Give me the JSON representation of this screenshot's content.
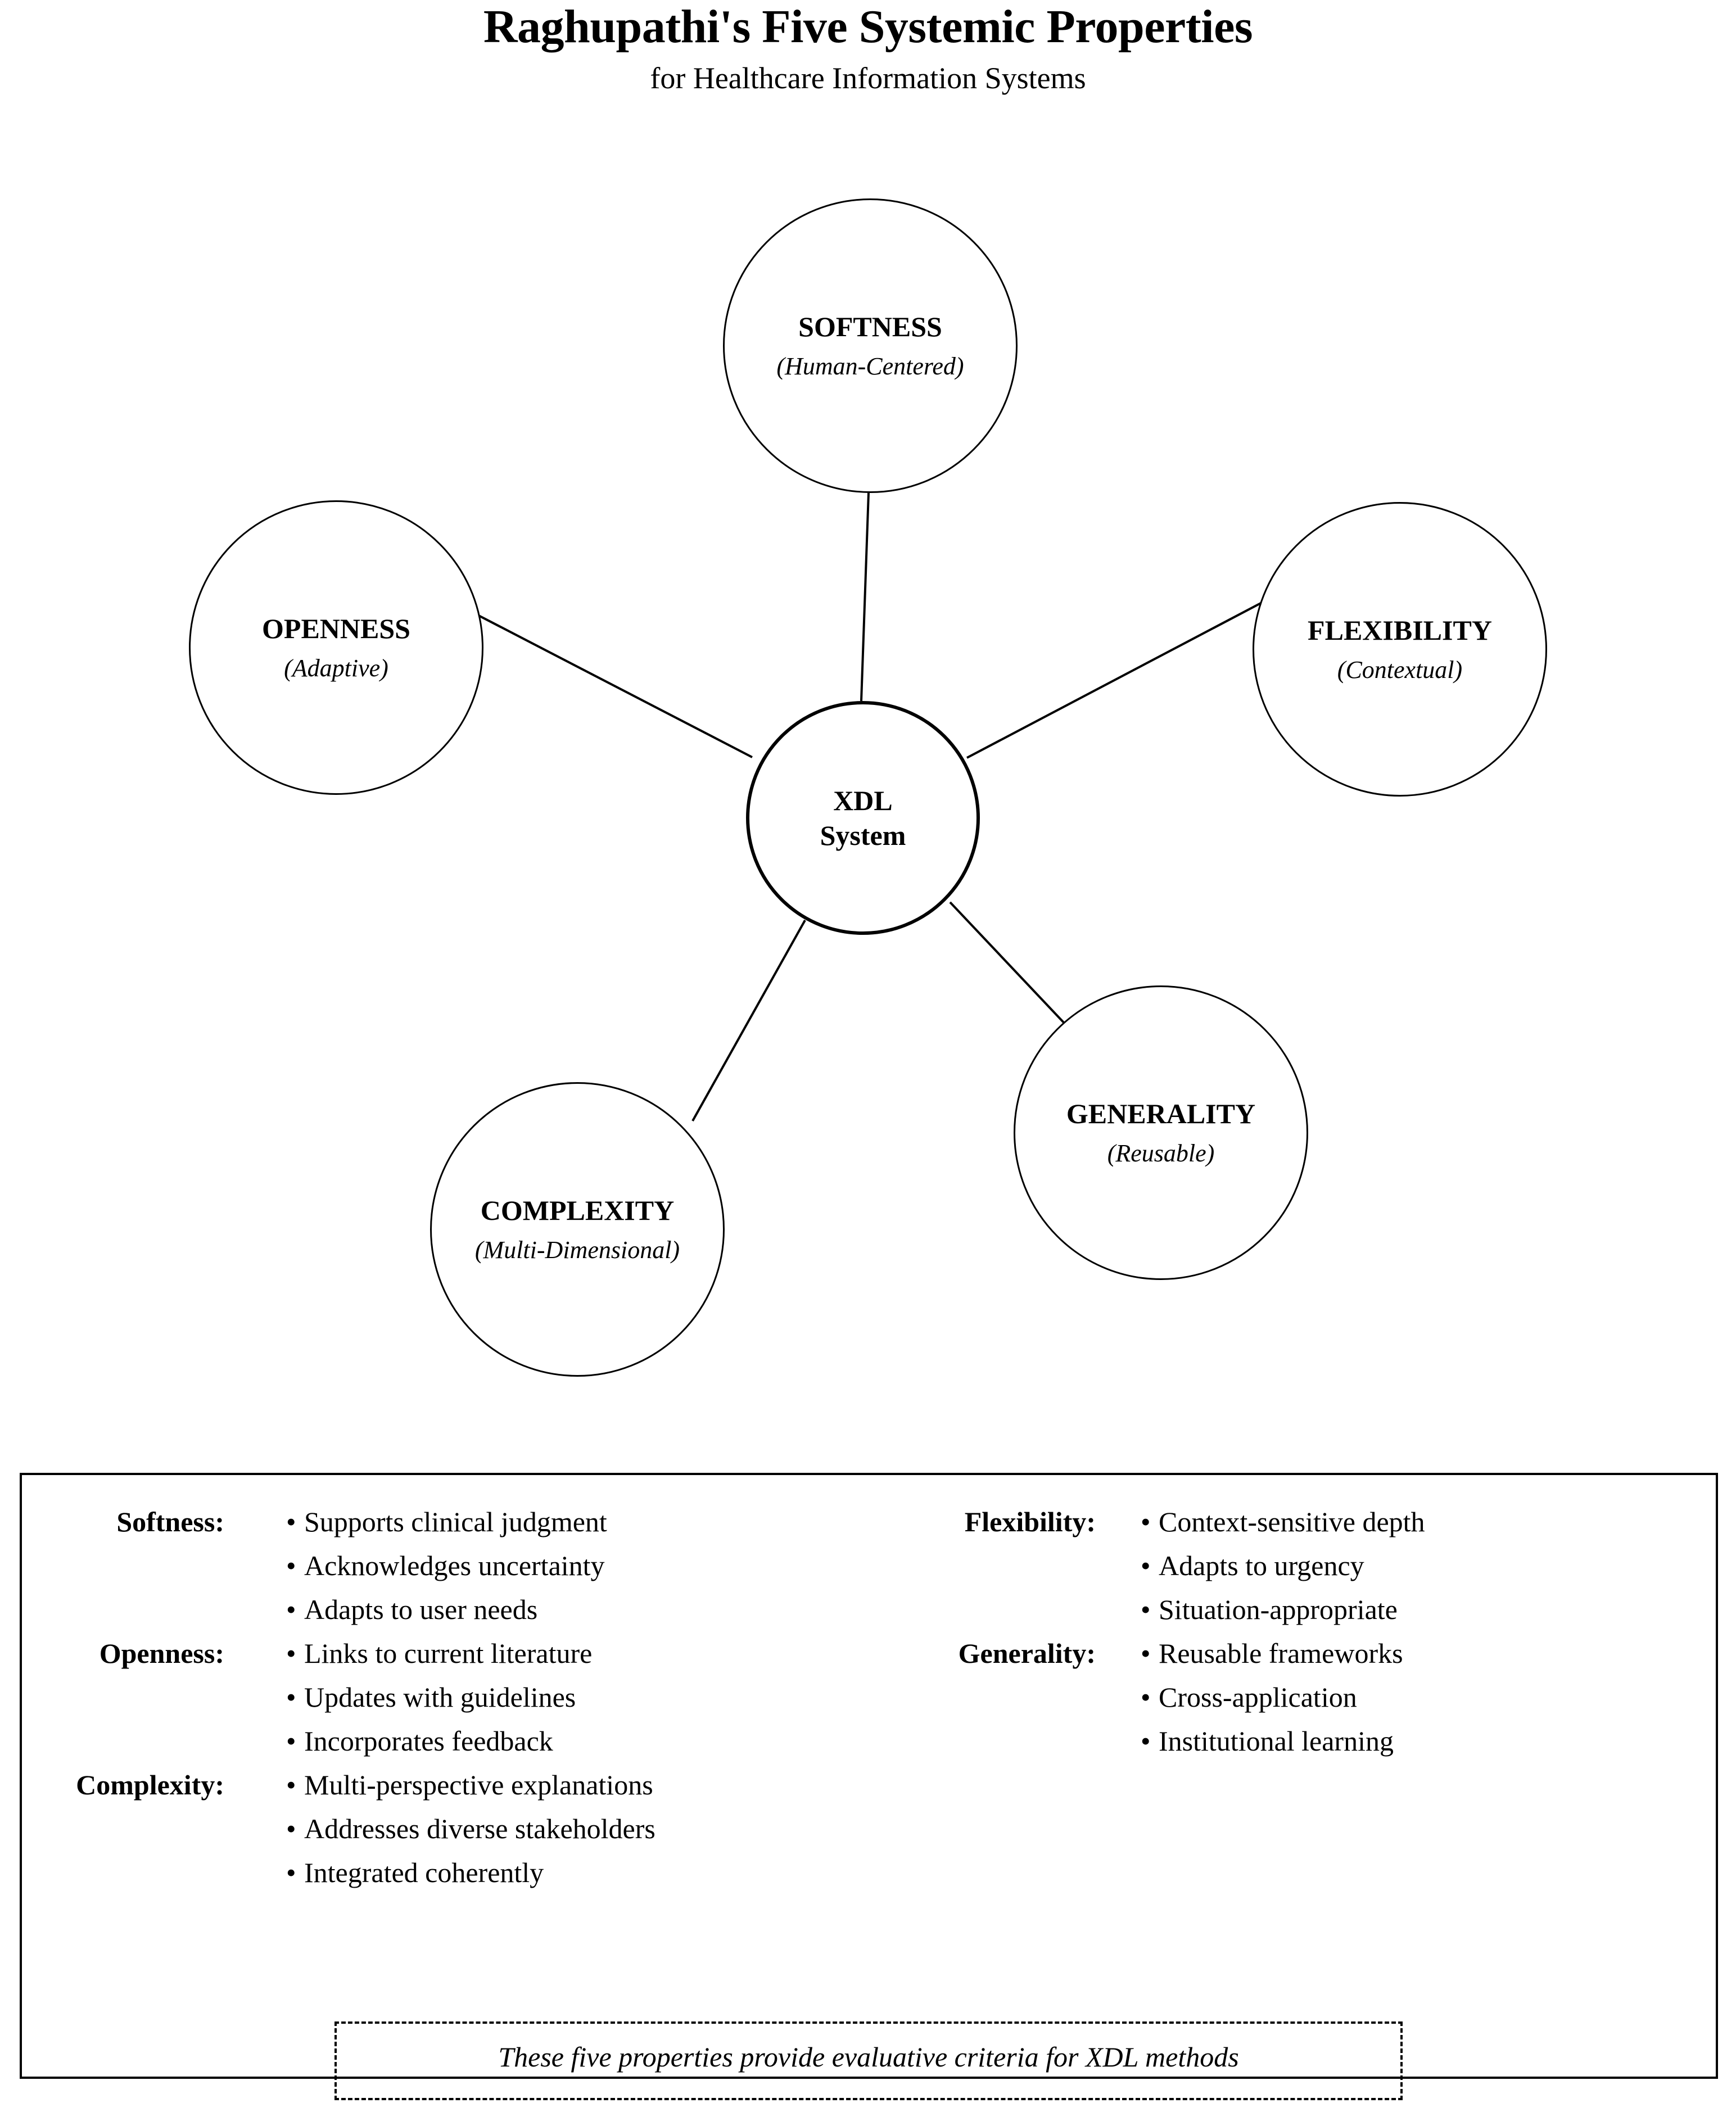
{
  "header": {
    "title": "Raghupathi's Five Systemic Properties",
    "subtitle": "for Healthcare Information Systems"
  },
  "diagram": {
    "center": {
      "line1": "XDL",
      "line2": "System"
    },
    "nodes": [
      {
        "id": "softness",
        "title": "SOFTNESS",
        "subtitle": "(Human-Centered)"
      },
      {
        "id": "flexibility",
        "title": "FLEXIBILITY",
        "subtitle": "(Contextual)"
      },
      {
        "id": "generality",
        "title": "GENERALITY",
        "subtitle": "(Reusable)"
      },
      {
        "id": "complexity",
        "title": "COMPLEXITY",
        "subtitle": "(Multi-Dimensional)"
      },
      {
        "id": "openness",
        "title": "OPENNESS",
        "subtitle": "(Adaptive)"
      }
    ]
  },
  "legend": {
    "groups": [
      {
        "id": "softness",
        "label": "Softness:",
        "items": [
          "Supports clinical judgment",
          "Acknowledges uncertainty",
          "Adapts to user needs"
        ]
      },
      {
        "id": "openness",
        "label": "Openness:",
        "items": [
          "Links to current literature",
          "Updates with guidelines",
          "Incorporates feedback"
        ]
      },
      {
        "id": "complexity",
        "label": "Complexity:",
        "items": [
          "Multi-perspective explanations",
          "Addresses diverse stakeholders",
          "Integrated coherently"
        ]
      },
      {
        "id": "flexibility",
        "label": "Flexibility:",
        "items": [
          "Context-sensitive depth",
          "Adapts to urgency",
          "Situation-appropriate"
        ]
      },
      {
        "id": "generality",
        "label": "Generality:",
        "items": [
          "Reusable frameworks",
          "Cross-application",
          "Institutional learning"
        ]
      }
    ],
    "bullet_glyph": "•"
  },
  "note": {
    "text": "These five properties provide evaluative criteria for XDL methods"
  },
  "colors": {
    "ink": "#000000",
    "paper": "#ffffff"
  }
}
